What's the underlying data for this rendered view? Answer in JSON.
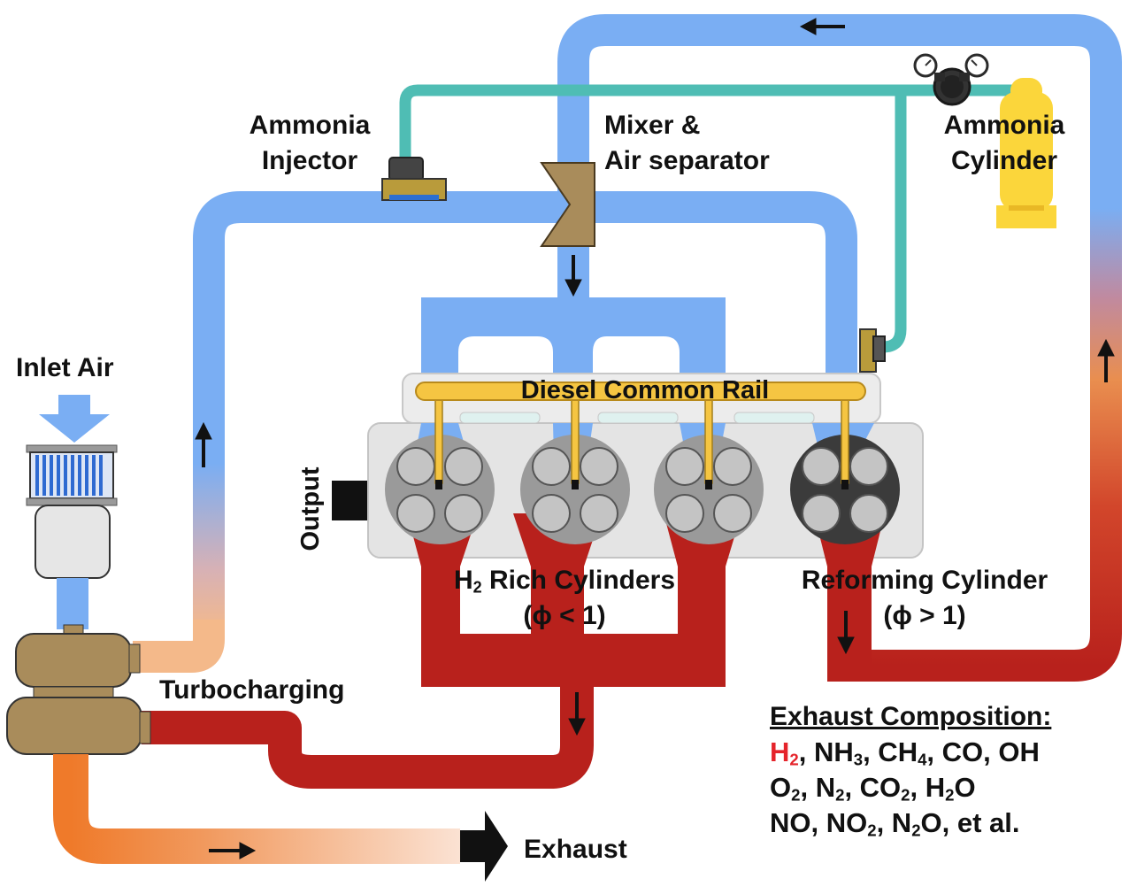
{
  "labels": {
    "ammonia_injector": [
      "Ammonia",
      "Injector"
    ],
    "mixer": [
      "Mixer &",
      "Air separator"
    ],
    "ammonia_cylinder": [
      "Ammonia",
      "Cylinder"
    ],
    "inlet_air": "Inlet Air",
    "diesel_common_rail": "Diesel Common Rail",
    "output": "Output",
    "h2_rich_cylinders": {
      "prefix": "H",
      "sub": "2",
      "rest": " Rich Cylinders",
      "phi": "(ϕ < 1)"
    },
    "reforming_cylinder": {
      "line1": "Reforming Cylinder",
      "phi": "(ϕ > 1)"
    },
    "turbocharging": "Turbocharging",
    "exhaust": "Exhaust"
  },
  "exhaust_composition": {
    "title": "Exhaust Composition:",
    "row1": {
      "h2": "H",
      "h2_sub": "2",
      "nh": ", NH",
      "nh_sub": "3",
      "ch": ", CH",
      "ch_sub": "4",
      "tail": ", CO, OH"
    },
    "row2": {
      "o": "O",
      "o_sub": "2",
      "n": ", N",
      "n_sub": "2",
      "co": ", CO",
      "co_sub": "2",
      "h": ", H",
      "h_sub": "2",
      "tail": "O"
    },
    "row3": {
      "no": "NO, NO",
      "no_sub": "2",
      "n": ", N",
      "n_sub": "2",
      "tail": "O, et al."
    }
  },
  "colors": {
    "air_blue": "#7aaef3",
    "exhaust_red": "#b8211c",
    "exhaust_orange": "#ef7a2a",
    "warm_peach": "#f4b98a",
    "ammonia_teal": "#4fbdb4",
    "rail_yellow": "#f5c542",
    "cylinder_yellow": "#fbd63b",
    "turbo_brown": "#a98c5b",
    "engine_gray": "#e4e4e4"
  }
}
